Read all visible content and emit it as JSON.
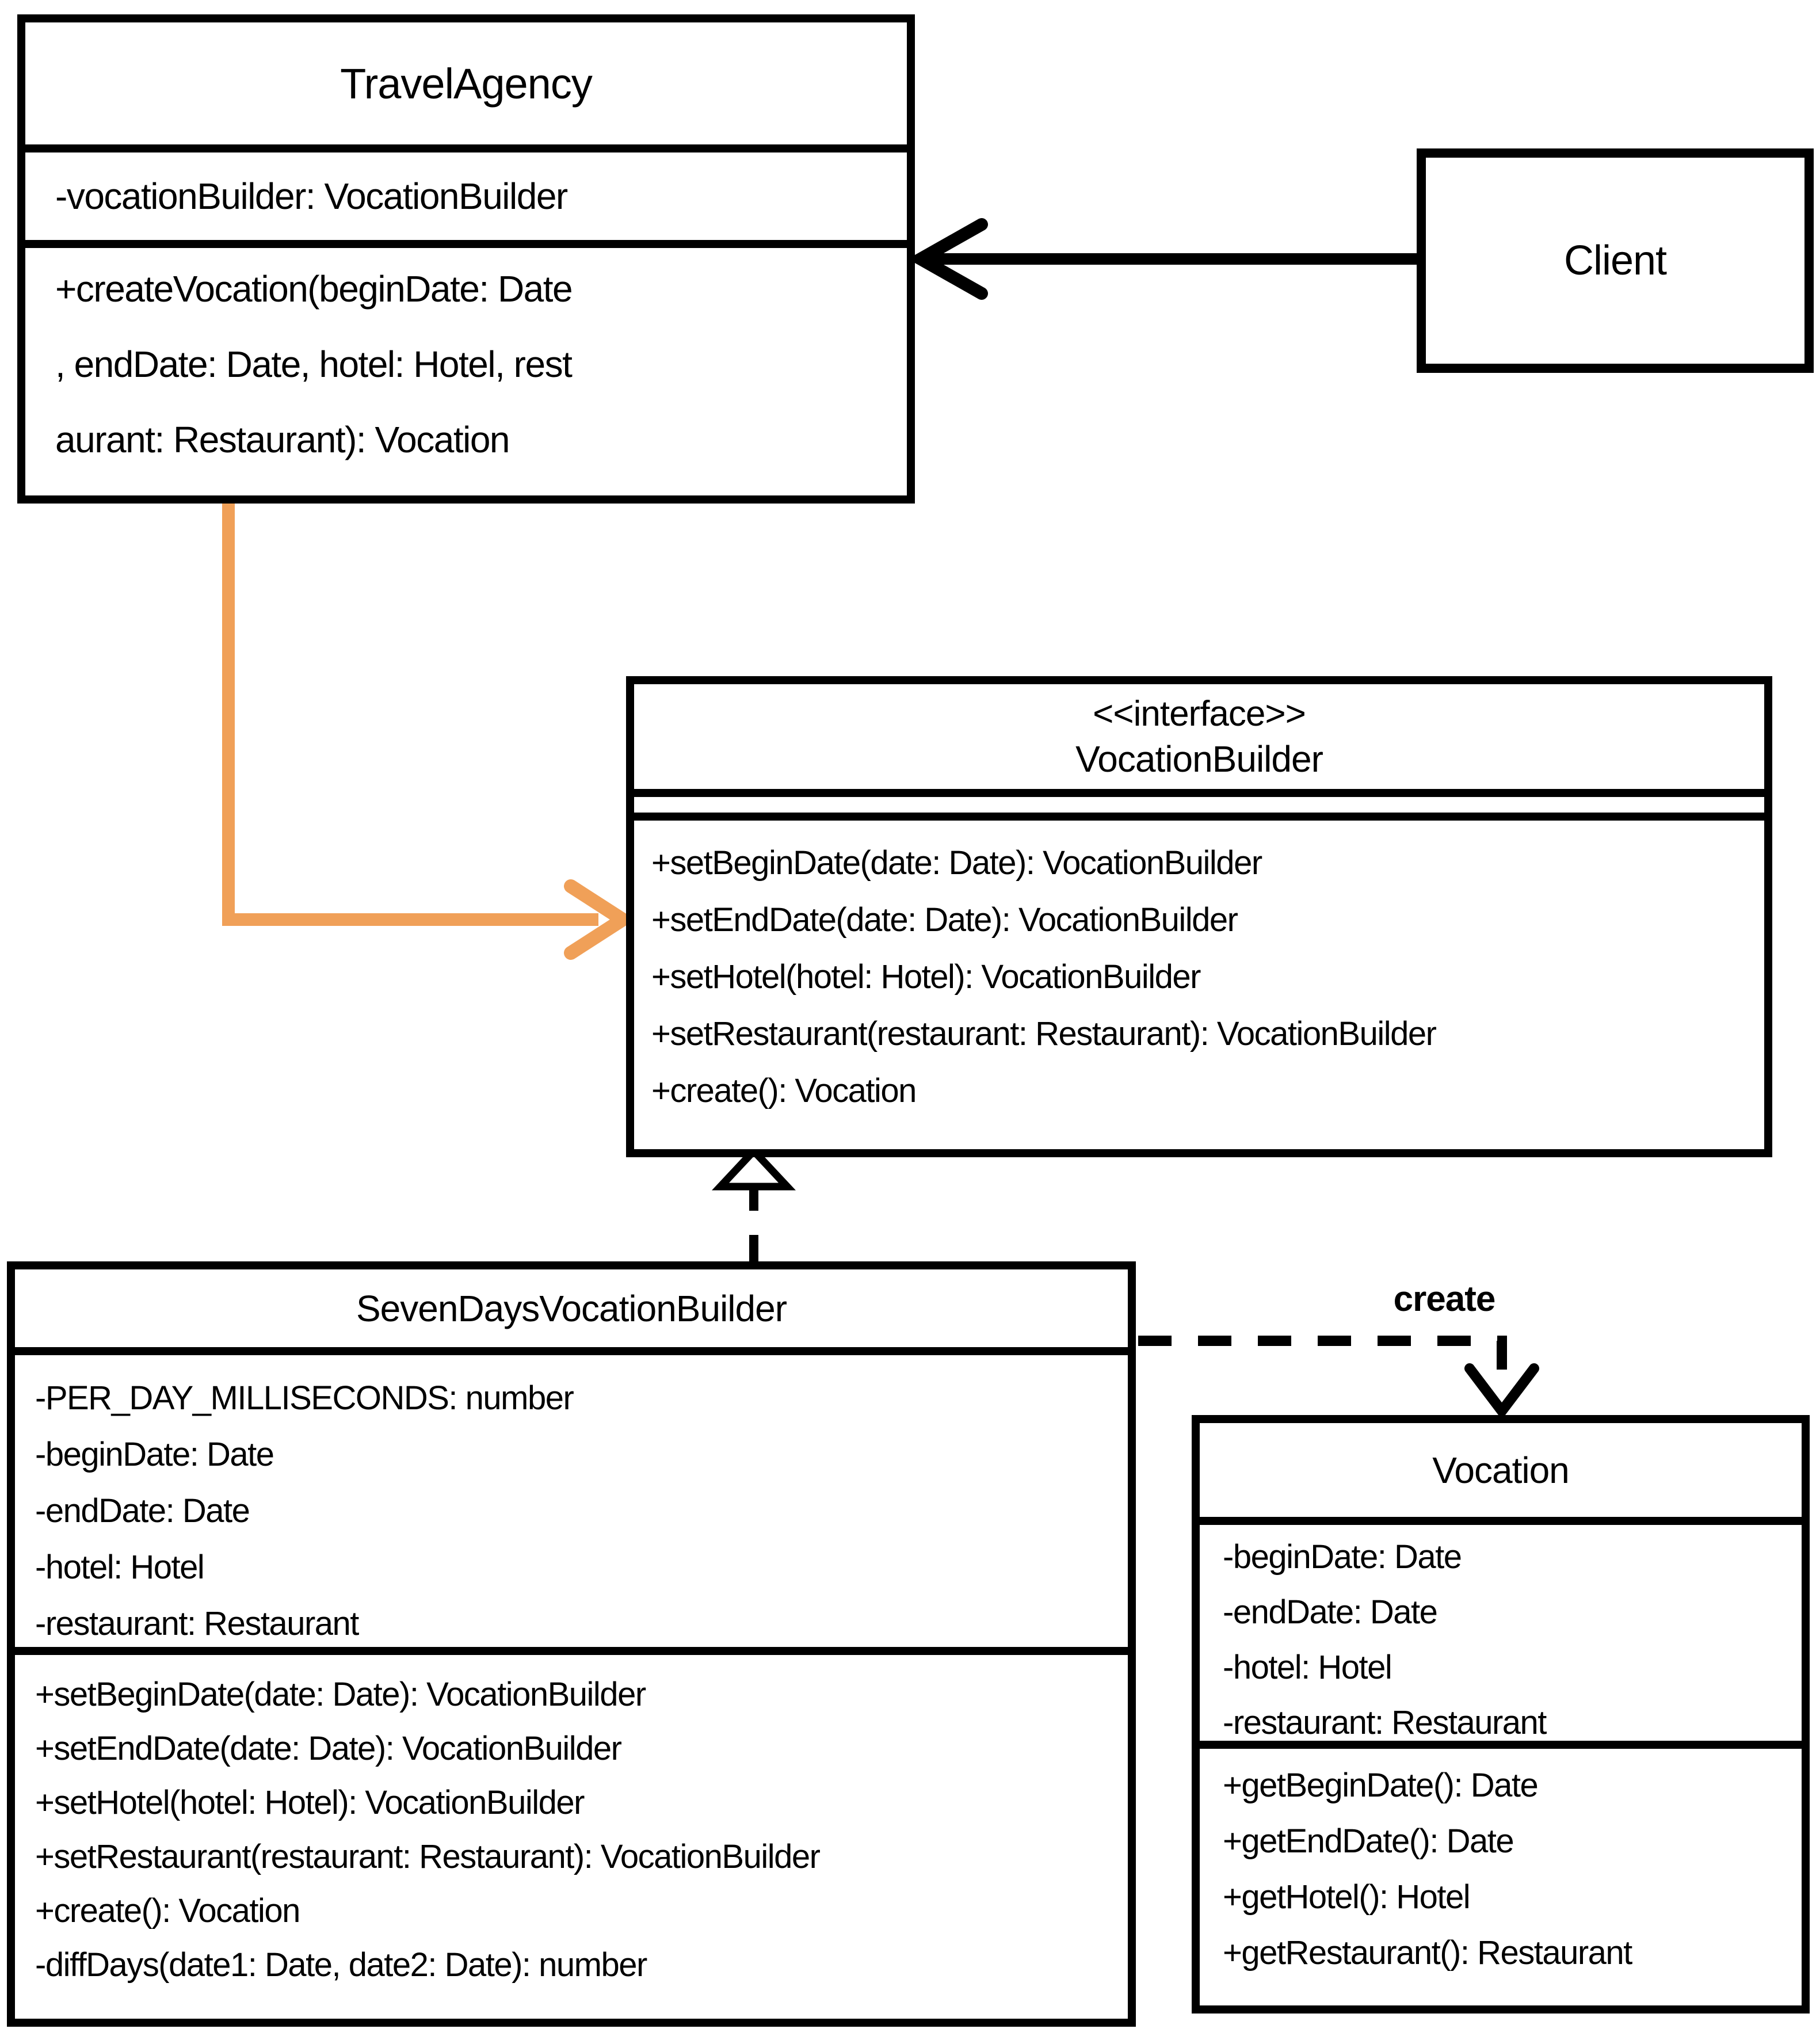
{
  "colors": {
    "background": "#ffffff",
    "line": "#000000",
    "accent_orange": "#F0A058"
  },
  "classes": {
    "travel_agency": {
      "name": "TravelAgency",
      "attributes": [
        "-vocationBuilder: VocationBuilder"
      ],
      "method_lines": [
        "+createVocation(beginDate: Date",
        ", endDate: Date, hotel: Hotel, rest",
        "aurant: Restaurant): Vocation"
      ]
    },
    "client": {
      "name": "Client"
    },
    "vocation_builder": {
      "stereotype": "<<interface>>",
      "name": "VocationBuilder",
      "methods": [
        "+setBeginDate(date: Date): VocationBuilder",
        "+setEndDate(date: Date): VocationBuilder",
        "+setHotel(hotel: Hotel): VocationBuilder",
        "+setRestaurant(restaurant: Restaurant): VocationBuilder",
        "+create(): Vocation"
      ]
    },
    "seven_days_vocation_builder": {
      "name": "SevenDaysVocationBuilder",
      "attributes": [
        "-PER_DAY_MILLISECONDS: number",
        "-beginDate: Date",
        "-endDate: Date",
        "-hotel: Hotel",
        "-restaurant: Restaurant"
      ],
      "methods": [
        "+setBeginDate(date: Date): VocationBuilder",
        "+setEndDate(date: Date): VocationBuilder",
        "+setHotel(hotel: Hotel): VocationBuilder",
        "+setRestaurant(restaurant: Restaurant): VocationBuilder",
        "+create(): Vocation",
        "-diffDays(date1: Date, date2: Date): number"
      ]
    },
    "vocation": {
      "name": "Vocation",
      "attributes": [
        "-beginDate: Date",
        "-endDate: Date",
        "-hotel: Hotel",
        "-restaurant: Restaurant"
      ],
      "methods": [
        "+getBeginDate(): Date",
        "+getEndDate(): Date",
        "+getHotel(): Hotel",
        "+getRestaurant(): Restaurant"
      ]
    }
  },
  "relationships": {
    "create_label": "create"
  }
}
